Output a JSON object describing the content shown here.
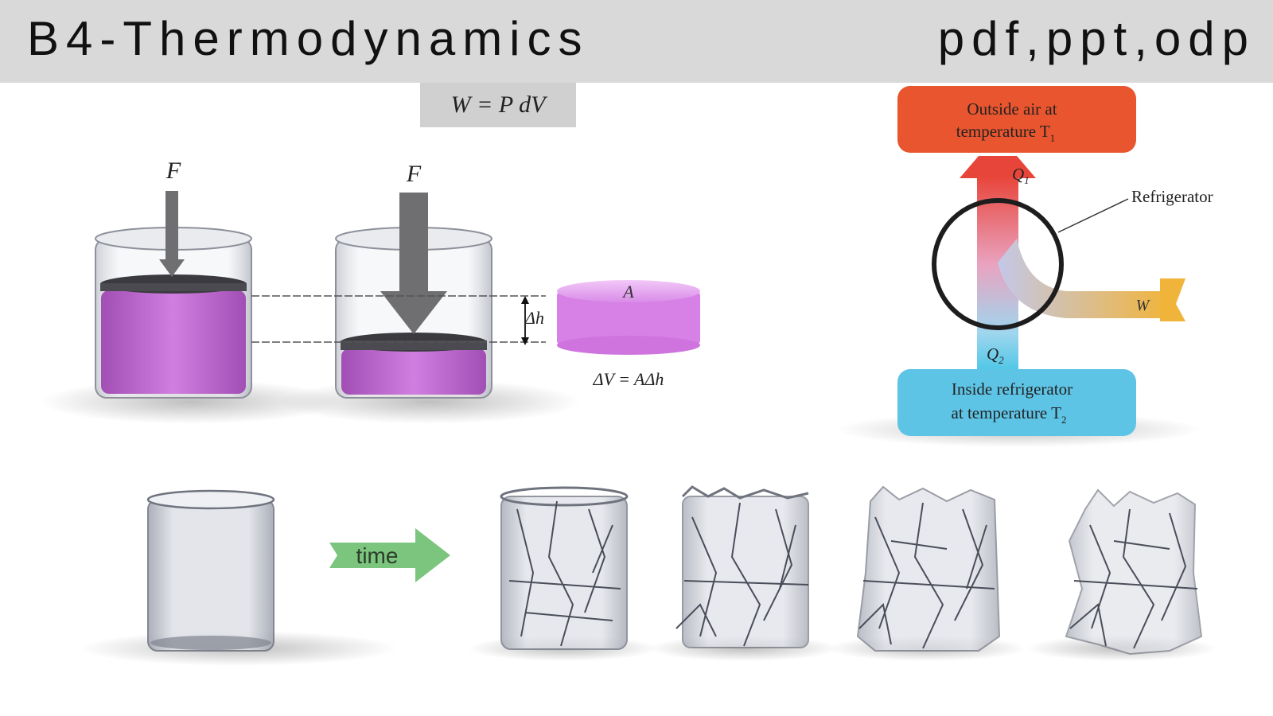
{
  "header": {
    "title": "B4-Thermodynamics",
    "formats": "pdf,ppt,odp"
  },
  "formula": "W = P dV",
  "piston": {
    "force_label": "F",
    "area_label": "A",
    "delta_h_label": "Δh",
    "delta_v_formula": "ΔV = AΔh"
  },
  "refrigerator": {
    "outside_line1": "Outside air at",
    "outside_line2": "temperature T",
    "outside_sub": "1",
    "inside_line1": "Inside refrigerator",
    "inside_line2": "at temperature T",
    "inside_sub": "2",
    "q1": "Q",
    "q1_sub": "1",
    "q2": "Q",
    "q2_sub": "2",
    "work": "W",
    "device": "Refrigerator"
  },
  "entropy": {
    "arrow_label": "time"
  },
  "colors": {
    "hot": "#e8552e",
    "cold": "#5ec4e6",
    "liquid": "#c86fd6",
    "work": "#f0b43a",
    "time_arrow": "#7cc57e"
  }
}
